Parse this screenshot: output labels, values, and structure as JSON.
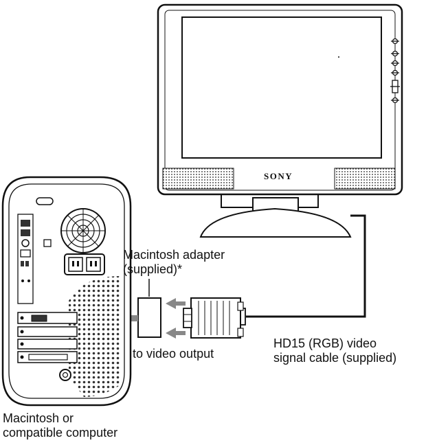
{
  "monitor": {
    "brand": "SONY"
  },
  "labels": {
    "adapter_line1": "Macintosh adapter",
    "adapter_line2": "(supplied)*",
    "video_output": "to video output",
    "cable_line1": "HD15 (RGB) video",
    "cable_line2": "signal cable (supplied)",
    "computer_line1": "Macintosh or",
    "computer_line2": "compatible computer"
  }
}
